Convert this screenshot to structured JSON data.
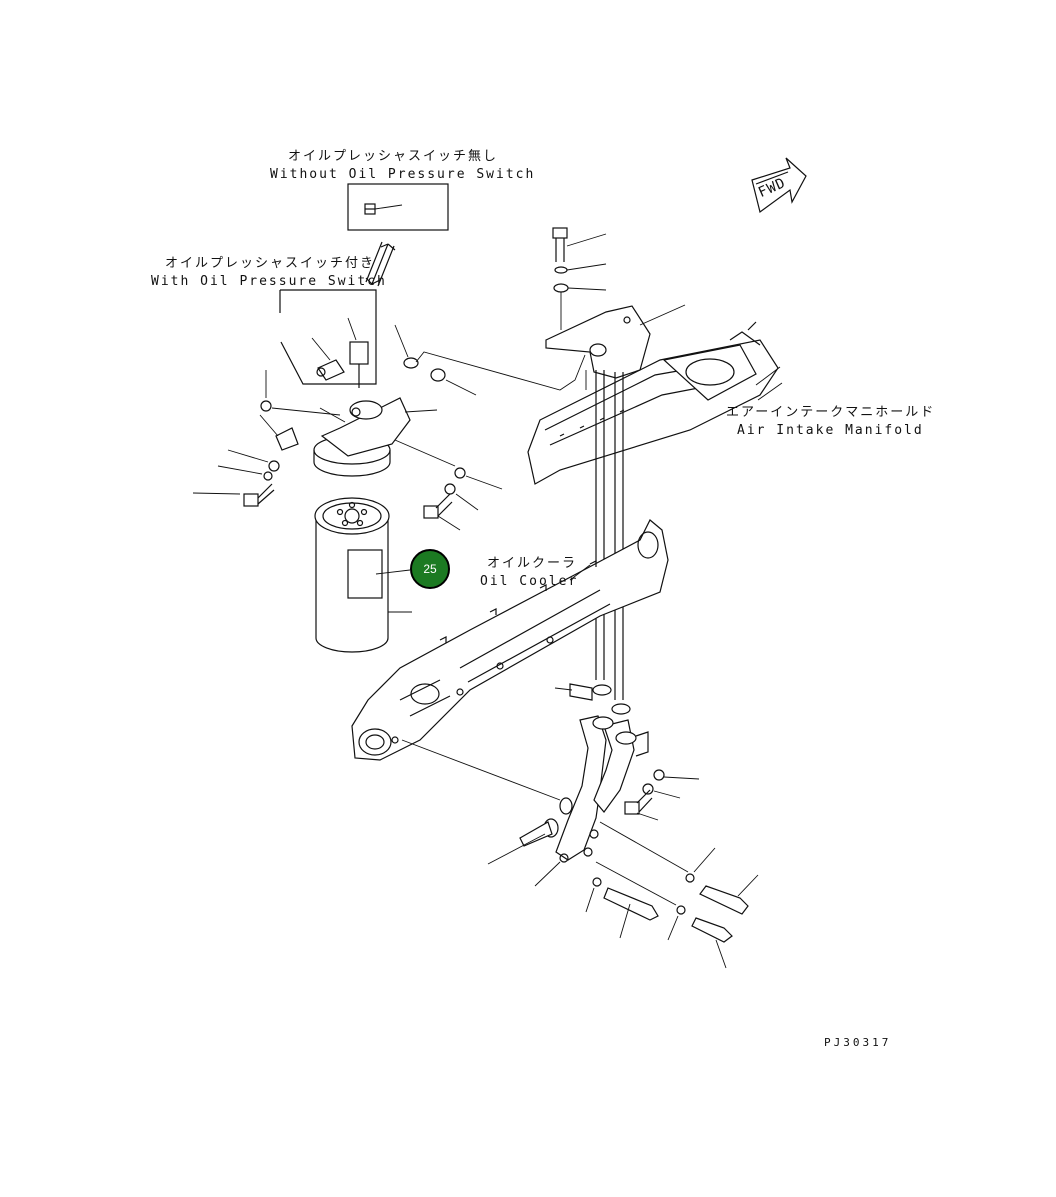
{
  "labels": {
    "without_switch_jp": "オイルプレッシャスイッチ無し",
    "without_switch_en": "Without Oil Pressure Switch",
    "with_switch_jp": "オイルプレッシャスイッチ付き",
    "with_switch_en": "With Oil Pressure Switch",
    "air_intake_jp": "エアーインテークマニホールド",
    "air_intake_en": "Air Intake Manifold",
    "oil_cooler_jp": "オイルクーラ",
    "oil_cooler_en": "Oil Cooler",
    "fwd": "FWD",
    "drawing_ref": "PJ30317"
  },
  "callout": {
    "number": "25",
    "color": "#1c7a22"
  }
}
